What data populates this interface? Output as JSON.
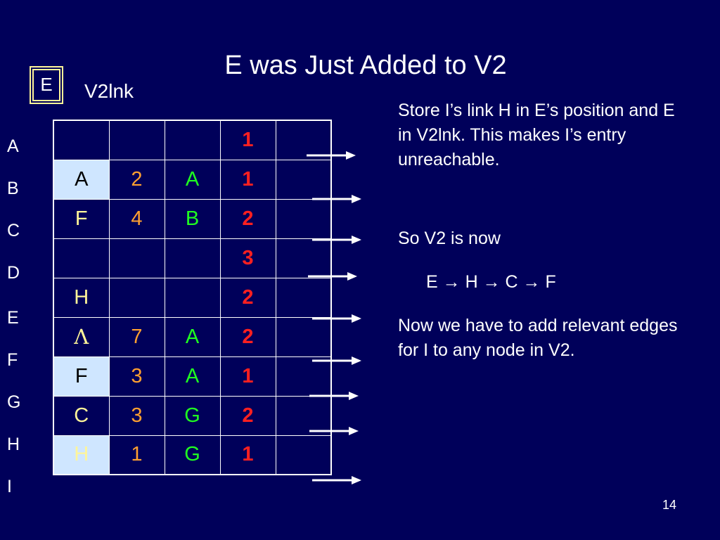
{
  "slide": {
    "title": "E was Just Added to V2",
    "box_label": "E",
    "v2lnk_label": "V2lnk",
    "page_number": "14"
  },
  "row_labels": [
    "A",
    "B",
    "C",
    "D",
    "E",
    "F",
    "G",
    "H",
    "I"
  ],
  "table": [
    [
      "",
      "",
      "",
      "1"
    ],
    [
      "A",
      "2",
      "A",
      "1"
    ],
    [
      "F",
      "4",
      "B",
      "2"
    ],
    [
      "",
      "",
      "",
      "3"
    ],
    [
      "H",
      "",
      "",
      "2"
    ],
    [
      "Λ",
      "7",
      "A",
      "2"
    ],
    [
      "F",
      "3",
      "A",
      "1"
    ],
    [
      "C",
      "3",
      "G",
      "2"
    ],
    [
      "H",
      "1",
      "G",
      "1"
    ]
  ],
  "highlighted_first_col_rows": [
    1,
    6,
    8
  ],
  "text": {
    "p1": "Store I’s link H in E’s position and E in V2lnk. This makes I’s entry unreachable.",
    "p2": "So V2 is now",
    "p3": "E → H → C → F",
    "p4": "Now we have to add relevant edges for I to any node in V2."
  },
  "colors": {
    "background": "#00005a",
    "col_orange": "#ffa030",
    "col_green": "#20ff20",
    "col_red": "#ff2020",
    "highlight": "#cfe6ff"
  }
}
